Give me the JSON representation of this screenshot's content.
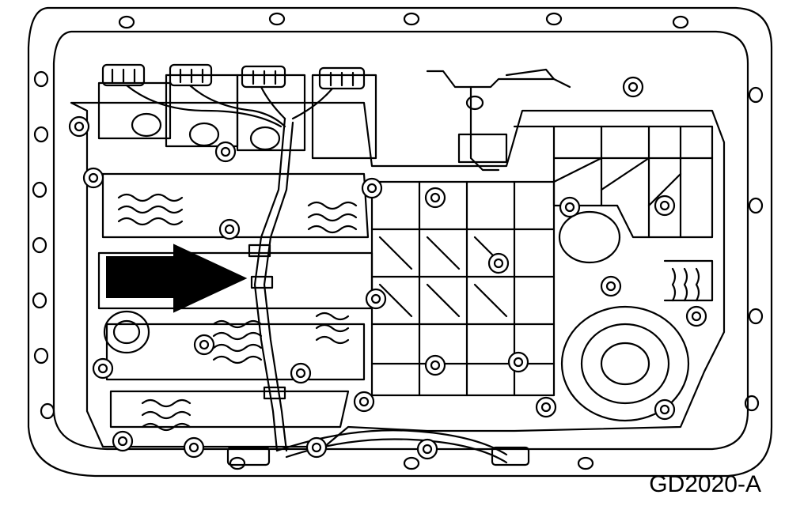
{
  "figure": {
    "id_label": "GD2020-A"
  },
  "colors": {
    "ink": "#000000",
    "paper": "#ffffff"
  },
  "components": {
    "pointer_arrow": "arrow-icon",
    "solenoid_connectors": 4,
    "wiring_harness": "harness"
  }
}
